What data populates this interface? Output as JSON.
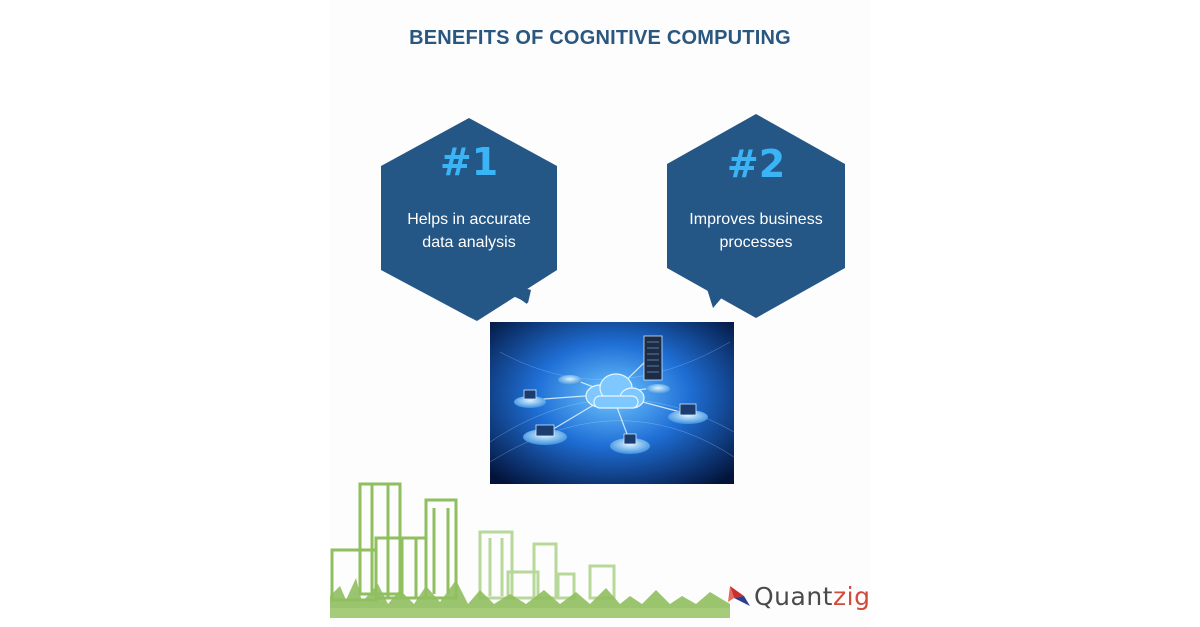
{
  "title": "BENEFITS OF COGNITIVE COMPUTING",
  "benefits": [
    {
      "number": "#1",
      "line1": "Helps in accurate",
      "line2": "data analysis"
    },
    {
      "number": "#2",
      "line1": "Improves business",
      "line2": "processes"
    }
  ],
  "colors": {
    "hex_fill": "#245686",
    "number_color": "#3ab4f5",
    "title_color": "#2a577f",
    "city_green": "#8fbf5e"
  },
  "logo": {
    "text_main": "Quant",
    "text_accent": "zig"
  }
}
